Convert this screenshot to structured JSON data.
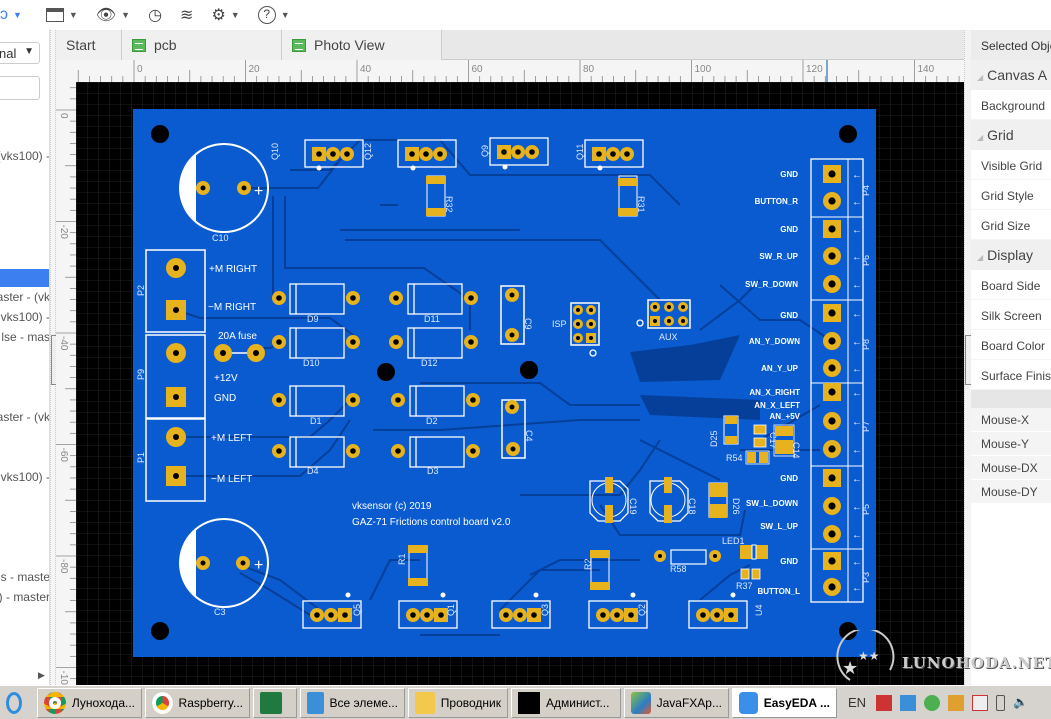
{
  "toolbar": {
    "items": [
      {
        "icon": "undo-icon"
      },
      {
        "icon": "window-icon"
      },
      {
        "icon": "eye-icon"
      },
      {
        "icon": "history-icon"
      },
      {
        "icon": "layers-icon"
      },
      {
        "icon": "gear-icon"
      },
      {
        "icon": "help-icon"
      }
    ]
  },
  "left_panel": {
    "select_value": "nal",
    "tree_items": [
      {
        "label": "- (vks100)"
      },
      {
        "label": "aster - (vk"
      },
      {
        "label": "- (vks100"
      },
      {
        "label": "lse - mas"
      },
      {
        "label": "aster - (vk"
      },
      {
        "label": "- (vks100"
      },
      {
        "label": "s - maste"
      },
      {
        "label": "master - ("
      }
    ]
  },
  "tabs": [
    {
      "label": "Start",
      "icon": ""
    },
    {
      "label": "pcb",
      "icon": "pcb-doc-icon"
    },
    {
      "label": "Photo View",
      "icon": "pcb-doc-icon"
    }
  ],
  "rulers": {
    "x_ticks": [
      "0",
      "20",
      "40",
      "60",
      "80",
      "100",
      "120",
      "140"
    ],
    "y_ticks": [
      "0",
      "-20",
      "-40",
      "-60",
      "-80",
      "-100"
    ]
  },
  "pcb": {
    "board_color": "#0a5bd0",
    "silk": {
      "title_line1": "vksensor (c) 2019",
      "title_line2": "GAZ-71 Frictions control board v2.0",
      "fuse": "20A fuse",
      "plus12": "+12V",
      "gnd": "GND",
      "m_right_plus": "+M RIGHT",
      "m_right_minus": "−M RIGHT",
      "m_left_plus": "+M LEFT",
      "m_left_minus": "−M LEFT",
      "isp": "ISP",
      "aux": "AUX"
    },
    "designators": {
      "C10": "C10",
      "C3": "C3",
      "P2": "P2",
      "P9": "P9",
      "P1": "P1",
      "Q10": "Q10",
      "Q12": "Q12",
      "Q9": "Q9",
      "Q11": "Q11",
      "R32": "R32",
      "R31": "R31",
      "D9": "D9",
      "D11": "D11",
      "D10": "D10",
      "D12": "D12",
      "D1": "D1",
      "D2": "D2",
      "D4": "D4",
      "D3": "D3",
      "C9": "C9",
      "C4": "C4",
      "C19": "C19",
      "C18": "C18",
      "D26": "D26",
      "D25": "D25",
      "C17": "C17",
      "C14": "C14",
      "R54": "R54",
      "LED1": "LED1",
      "R37": "R37",
      "R58": "R58",
      "R1": "R1",
      "R2": "R2",
      "Q5": "Q5",
      "Q1": "Q1",
      "Q3": "Q3",
      "Q2": "Q2",
      "U4": "U4",
      "P4": "P4",
      "P6": "P6",
      "P8": "P8",
      "P7": "P7",
      "P5": "P5",
      "P3": "P3"
    },
    "connector_labels": [
      "GND",
      "BUTTON_R",
      "GND",
      "SW_R_UP",
      "SW_R_DOWN",
      "GND",
      "AN_Y_DOWN",
      "AN_Y_UP",
      "AN_X_RIGHT",
      "AN_X_LEFT",
      "AN_+5V",
      "GND",
      "SW_L_DOWN",
      "SW_L_UP",
      "GND",
      "BUTTON_L"
    ]
  },
  "right_panel": {
    "header": "Selected Obje",
    "sections": [
      {
        "title": "Canvas A",
        "rows": [
          "Background"
        ]
      },
      {
        "title": "Grid",
        "rows": [
          "Visible Grid",
          "Grid Style",
          "Grid Size"
        ]
      },
      {
        "title": "Display",
        "rows": [
          "Board Side",
          "Silk Screen",
          "Board Color",
          "Surface Finis"
        ]
      }
    ],
    "mouse": [
      "Mouse-X",
      "Mouse-Y",
      "Mouse-DX",
      "Mouse-DY"
    ]
  },
  "taskbar": {
    "tasks": [
      {
        "label": "",
        "icon": "ie-icon"
      },
      {
        "label": "Лунохода...",
        "icon": "chrome-icon"
      },
      {
        "label": "Raspberry...",
        "icon": "chrome-icon"
      },
      {
        "label": "",
        "icon": "excel-icon"
      },
      {
        "label": "Все элеме...",
        "icon": "control-panel-icon"
      },
      {
        "label": "Проводник",
        "icon": "explorer-icon"
      },
      {
        "label": "Админист...",
        "icon": "cmd-icon"
      },
      {
        "label": "JavaFXAp...",
        "icon": "netbeans-icon"
      },
      {
        "label": "EasyEDA ...",
        "icon": "easyeda-icon",
        "active": true
      }
    ],
    "lang": "EN"
  },
  "watermark": "LUNOHODA.NET"
}
